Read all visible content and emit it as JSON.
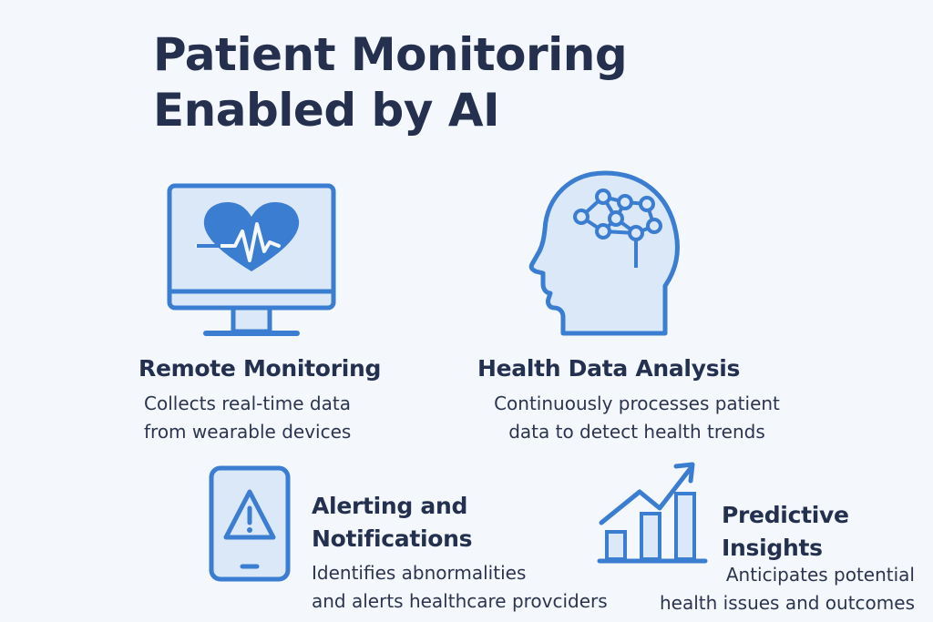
{
  "title": {
    "line1": "Patient Monitoring",
    "line2": "Enabled by AI"
  },
  "colors": {
    "background": "#f4f7fc",
    "icon_stroke": "#3b7dd0",
    "icon_fill": "#dbe8f8",
    "icon_accent": "#3b7dd0",
    "text": "#24304f"
  },
  "sections": {
    "remote_monitoring": {
      "icon": "monitor-heartbeat-icon",
      "heading": "Remote Monitoring",
      "desc_line1": "Collects real-time data",
      "desc_line2": "from wearable devices"
    },
    "health_data_analysis": {
      "icon": "head-neural-network-icon",
      "heading": "Health Data Analysis",
      "desc_line1": "Continuously processes patient",
      "desc_line2": "data to detect health trends"
    },
    "alerting": {
      "icon": "phone-warning-icon",
      "heading_line1": "Alerting and",
      "heading_line2": "Notifications",
      "desc_line1": "Identifies abnormalities",
      "desc_line2": "and alerts healthcare provciders"
    },
    "predictive": {
      "icon": "bar-chart-trend-icon",
      "heading_line1": "Predictive",
      "heading_line2": "Insights",
      "desc_line1": "Anticipates potential",
      "desc_line2": "health issues and outcomes"
    }
  }
}
